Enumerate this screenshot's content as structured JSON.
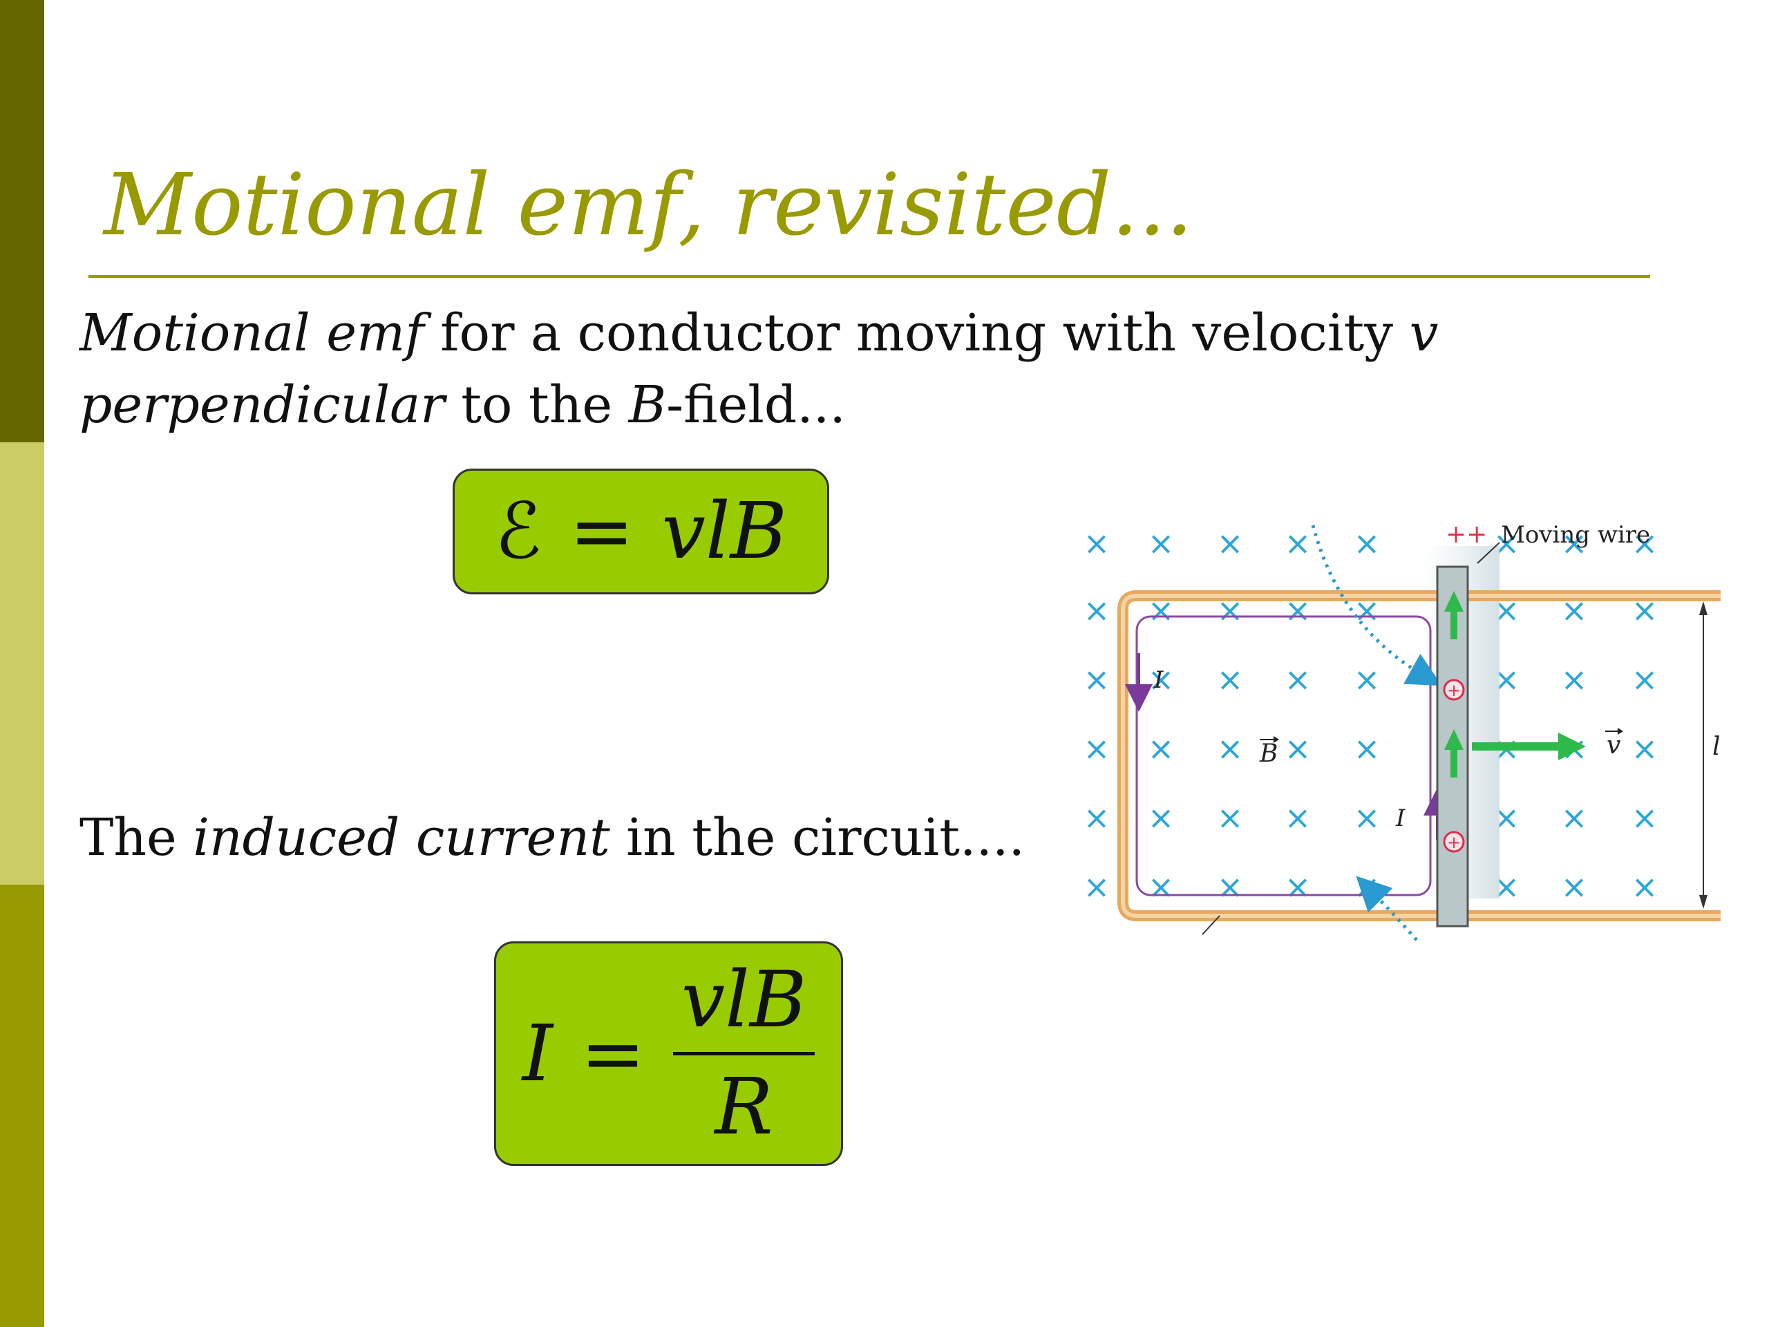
{
  "slide": {
    "title": "Motional emf, revisited...",
    "colors": {
      "sidebar_top": "#666600",
      "sidebar_middle": "#cccc66",
      "sidebar_bottom": "#999900",
      "title": "#999900",
      "formula_box": "#99cc00"
    }
  },
  "intro": {
    "term": "Motional emf",
    "text1": " for a conductor moving with velocity ",
    "v_symbol": "v",
    "perp": "perpendicular",
    "text2": " to the ",
    "b_symbol": "B",
    "text3": "-field..."
  },
  "formula_emf": {
    "lhs": "ℰ",
    "equals": "=",
    "rhs": "vlB"
  },
  "current_line": {
    "text1": "The ",
    "term": "induced current",
    "text2": " in the circuit...."
  },
  "formula_current": {
    "lhs": "I",
    "equals": "=",
    "numerator": "vlB",
    "denominator": "R"
  },
  "diagram": {
    "wire_label": "Moving wire",
    "plus_signs": "++",
    "current_label_left": "I",
    "current_label_bar": "I",
    "field_label": "B",
    "velocity_label": "v",
    "length_label": "l",
    "field_symbol": "×",
    "charge_symbol": "+"
  }
}
